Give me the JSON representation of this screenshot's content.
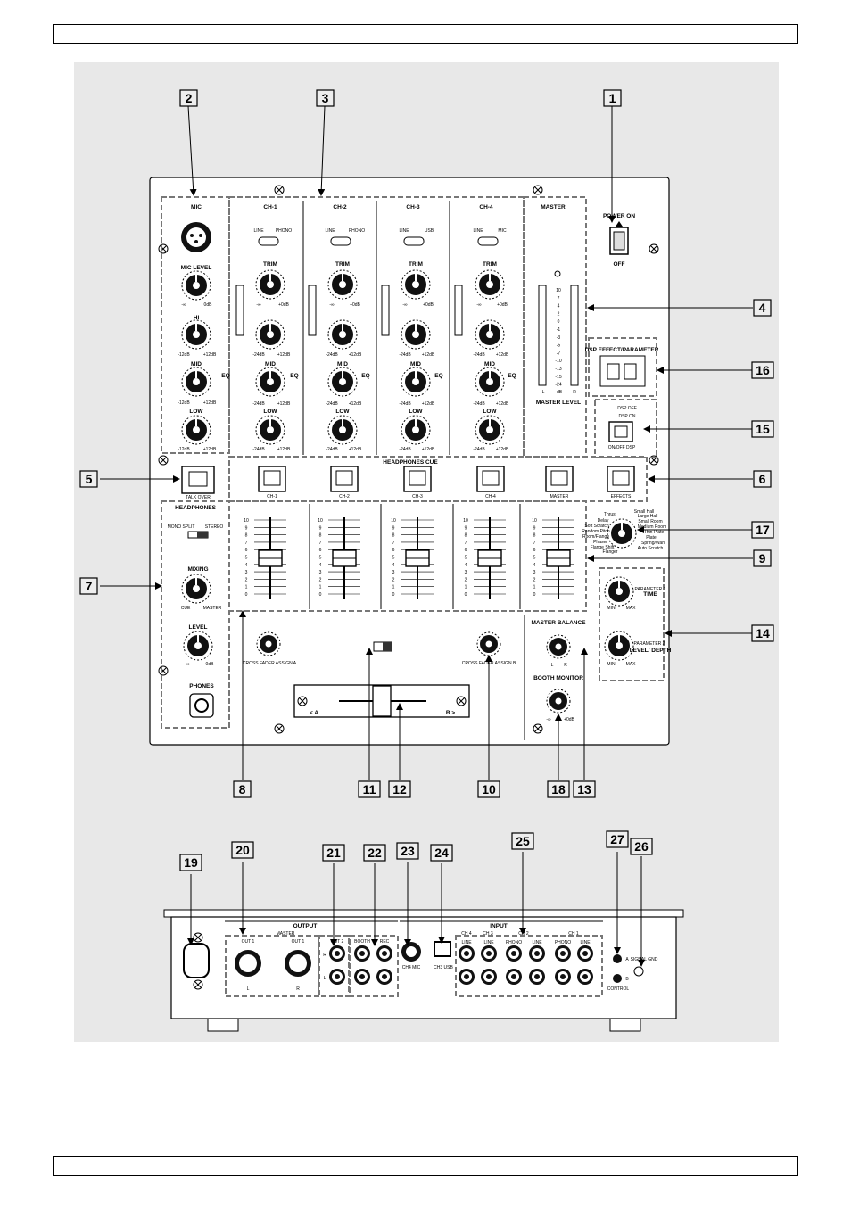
{
  "callouts": [
    "1",
    "2",
    "3",
    "4",
    "5",
    "6",
    "7",
    "8",
    "9",
    "10",
    "11",
    "12",
    "13",
    "14",
    "15",
    "16",
    "17",
    "18",
    "19",
    "20",
    "21",
    "22",
    "23",
    "24",
    "25",
    "26",
    "27"
  ],
  "front": {
    "mic_section": {
      "title": "MIC",
      "mic_level": "MIC LEVEL",
      "mic_level_min": "-∞",
      "mic_level_max": "0dB",
      "hi": "HI",
      "mid": "MID",
      "low": "LOW",
      "eq_min": "-12dB",
      "eq_max": "+12dB",
      "eq": "EQ"
    },
    "channels": [
      {
        "title": "CH-1",
        "sw_left": "LINE",
        "sw_right": "PHONO",
        "cue": "CH-1"
      },
      {
        "title": "CH-2",
        "sw_left": "LINE",
        "sw_right": "PHONO",
        "cue": "CH-2"
      },
      {
        "title": "CH-3",
        "sw_left": "LINE",
        "sw_right": "USB",
        "cue": "CH-3"
      },
      {
        "title": "CH-4",
        "sw_left": "LINE",
        "sw_right": "MIC",
        "cue": "CH-4"
      }
    ],
    "channel_labels": {
      "trim": "TRIM",
      "trim_min": "-∞",
      "trim_max": "+0dB",
      "hi": "HI",
      "mid": "MID",
      "low": "LOW",
      "eq_min": "-24dB",
      "eq_max": "+12dB",
      "eq": "EQ"
    },
    "master": {
      "title": "MASTER",
      "level": "MASTER LEVEL",
      "scale": [
        "10",
        "7",
        "4",
        "2",
        "0",
        "-1",
        "-3",
        "-5",
        "-7",
        "-10",
        "-13",
        "-15",
        "-24"
      ],
      "l": "L",
      "db": "dB",
      "r": "R"
    },
    "power": {
      "on": "POWER ON",
      "off": "OFF"
    },
    "dsp": {
      "title": "DSP EFFECT/PARAMETER",
      "off": "DSP OFF",
      "on": "DSP ON",
      "button": "ON/OFF DSP"
    },
    "cue_bar": "HEADPHONES CUE",
    "talk_over": "TALK OVER",
    "master_cue": "MASTER",
    "effects_cue": "EFFECTS",
    "headphones": {
      "title": "HEADPHONES",
      "mono_split": "MONO SPLIT",
      "stereo": "STEREO",
      "mixing": "MIXING",
      "cue": "CUE",
      "master": "MASTER",
      "level": "LEVEL",
      "level_min": "-∞",
      "level_max": "0dB",
      "phones": "PHONES"
    },
    "fader_scale": [
      "10",
      "9",
      "8",
      "7",
      "6",
      "5",
      "4",
      "3",
      "2",
      "1",
      "0"
    ],
    "effects": [
      "Thrust",
      "Delay",
      "Soft Scratch",
      "Random Pitch",
      "Room/Flange",
      "Phaser",
      "Flange Shift",
      "Flanger",
      "Small Hall",
      "Large Hall",
      "Small Room",
      "Medium Room",
      "Thin Plate",
      "Plate",
      "Spring/Wah",
      "Auto Scratch"
    ],
    "parameter1": {
      "label": "PARAMETER 1",
      "name": "TIME",
      "min": "MIN",
      "max": "MAX"
    },
    "parameter2": {
      "label": "PARAMETER 2",
      "name": "LEVEL/ DEPTH",
      "min": "MIN",
      "max": "MAX"
    },
    "master_balance": {
      "title": "MASTER BALANCE",
      "l": "L",
      "r": "R"
    },
    "booth_monitor": {
      "title": "BOOTH MONITOR",
      "min": "-∞",
      "max": "+0dB"
    },
    "crossfader_a": "CROSS FADER ASSIGN A",
    "crossfader_b": "CROSS FADER ASSIGN B",
    "cf_left": "< A",
    "cf_right": "B >"
  },
  "rear": {
    "output": "OUTPUT",
    "master": "MASTER",
    "out1_l": "OUT 1",
    "out1_r": "OUT 1",
    "l": "L",
    "r": "R",
    "out2": "OUT 2",
    "out2_r": "R",
    "out2_l": "L",
    "booth": "BOOTH",
    "rec": "REC",
    "ch4mic": "CH4 MIC",
    "ch3usb": "CH3 USB",
    "input": "INPUT",
    "ch4": "CH 4",
    "ch3": "CH 3",
    "ch2": "CH 2",
    "ch1": "CH 1",
    "line": "LINE",
    "phono": "PHONO",
    "control": "CONTROL",
    "a": "A",
    "b": "B",
    "signal_gnd": "SIGNAL GND"
  }
}
